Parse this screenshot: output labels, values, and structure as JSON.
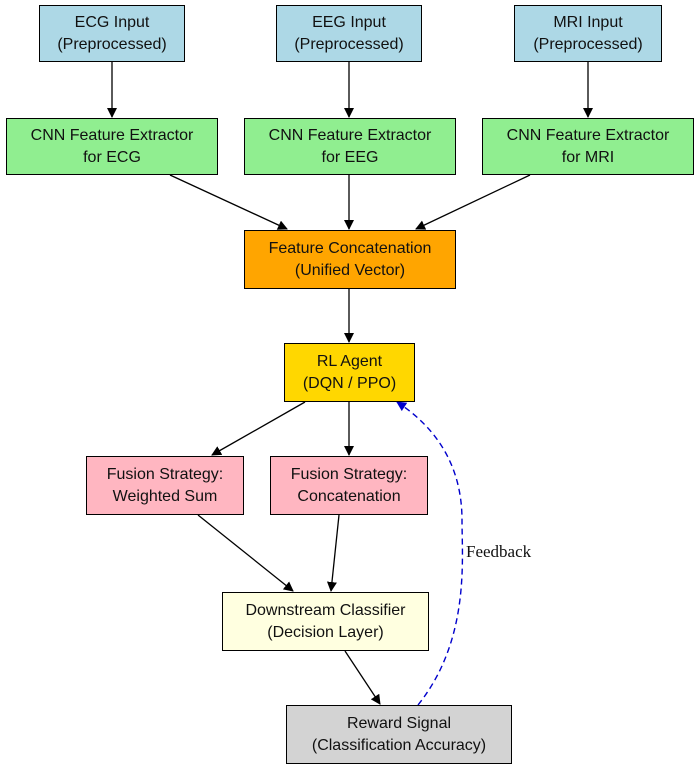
{
  "nodes": {
    "ecg_input": {
      "line1": "ECG Input",
      "line2": "(Preprocessed)"
    },
    "eeg_input": {
      "line1": "EEG Input",
      "line2": "(Preprocessed)"
    },
    "mri_input": {
      "line1": "MRI Input",
      "line2": "(Preprocessed)"
    },
    "cnn_ecg": {
      "line1": "CNN Feature Extractor",
      "line2": "for ECG"
    },
    "cnn_eeg": {
      "line1": "CNN Feature Extractor",
      "line2": "for EEG"
    },
    "cnn_mri": {
      "line1": "CNN Feature Extractor",
      "line2": "for MRI"
    },
    "feature_concat": {
      "line1": "Feature Concatenation",
      "line2": "(Unified Vector)"
    },
    "rl_agent": {
      "line1": "RL Agent",
      "line2": "(DQN / PPO)"
    },
    "fusion_weighted": {
      "line1": "Fusion Strategy:",
      "line2": "Weighted Sum"
    },
    "fusion_concat": {
      "line1": "Fusion Strategy:",
      "line2": "Concatenation"
    },
    "classifier": {
      "line1": "Downstream Classifier",
      "line2": "(Decision Layer)"
    },
    "reward": {
      "line1": "Reward Signal",
      "line2": "(Classification Accuracy)"
    }
  },
  "edges": {
    "feedback_label": "Feedback"
  },
  "colors": {
    "input": "#add8e6",
    "cnn": "#90ee90",
    "concat": "#ffa500",
    "agent": "#ffd700",
    "fusion": "#ffb6c1",
    "classifier": "#ffffe0",
    "reward": "#d3d3d3",
    "feedback_edge": "#0000cc"
  }
}
